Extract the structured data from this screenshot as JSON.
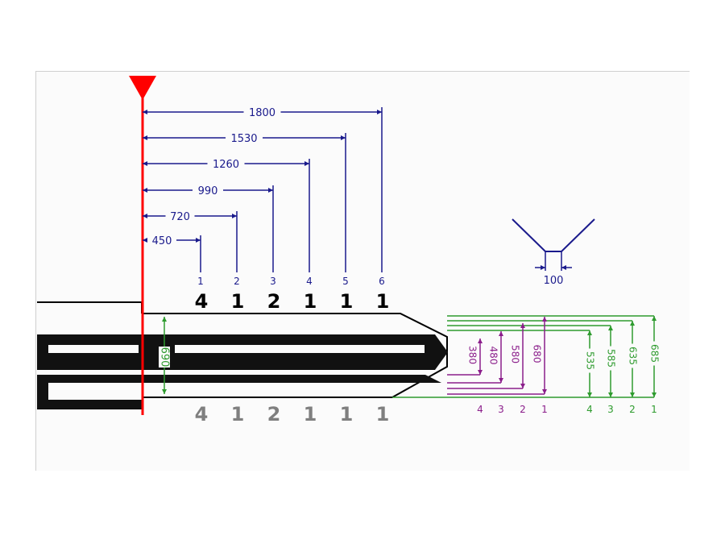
{
  "colors": {
    "spacing": "#1a1a8c",
    "depth_inner": "#8b1e8b",
    "depth_outer": "#2e9b2e",
    "stop": "#ff0000",
    "blank": "#000000",
    "bottom_cuts": "#7f7f7f"
  },
  "spacing": {
    "dims": [
      "450",
      "720",
      "990",
      "1260",
      "1530",
      "1800"
    ],
    "positions": [
      "1",
      "2",
      "3",
      "4",
      "5",
      "6"
    ]
  },
  "cuts_top": [
    "4",
    "1",
    "2",
    "1",
    "1",
    "1"
  ],
  "cuts_bottom": [
    "4",
    "1",
    "2",
    "1",
    "1",
    "1"
  ],
  "blade_height": "690",
  "cut_profile_width": "100",
  "inner_depths": {
    "values": [
      "380",
      "480",
      "580",
      "680"
    ],
    "numbers": [
      "4",
      "3",
      "2",
      "1"
    ]
  },
  "outer_depths": {
    "values": [
      "535",
      "585",
      "635",
      "685"
    ],
    "numbers": [
      "4",
      "3",
      "2",
      "1"
    ]
  }
}
